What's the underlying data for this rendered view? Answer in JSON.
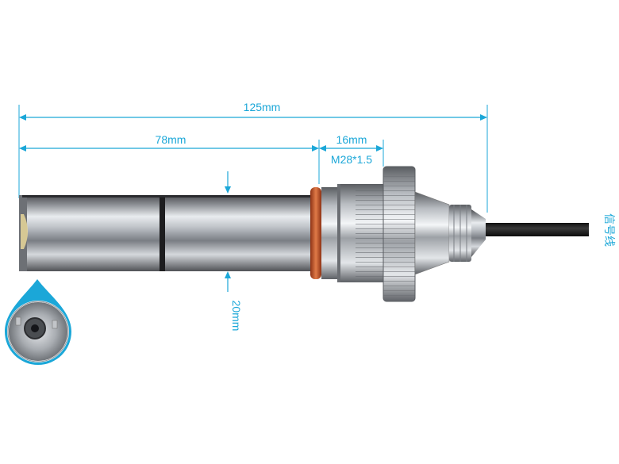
{
  "dimensions": {
    "total_length": "125mm",
    "probe_length": "78mm",
    "thread_length": "16mm",
    "thread_spec": "M28*1.5",
    "diameter": "20mm"
  },
  "cable_label": "信号线",
  "colors": {
    "dimension_line": "#1ba7d8",
    "o_ring": "#c8562a",
    "metal_dark": "#55585c",
    "metal_light": "#f1f3f5"
  }
}
